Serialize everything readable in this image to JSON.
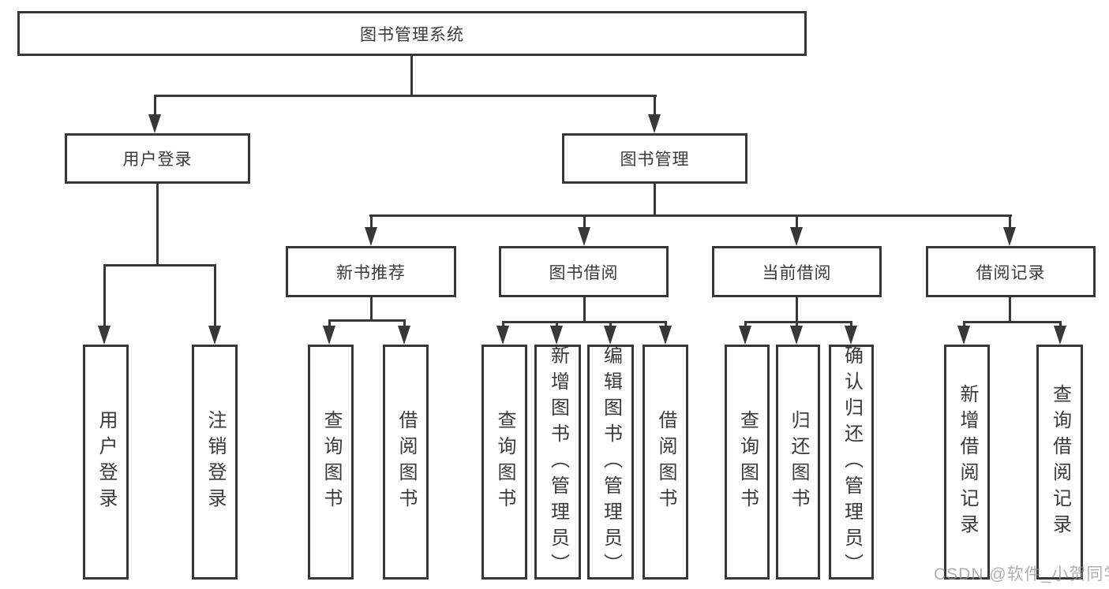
{
  "tree": {
    "label": "图书管理系统",
    "children": [
      {
        "label": "用户登录",
        "children": [
          {
            "label": "用户登录"
          },
          {
            "label": "注销登录"
          }
        ]
      },
      {
        "label": "图书管理",
        "children": [
          {
            "label": "新书推荐",
            "children": [
              {
                "label": "查询图书"
              },
              {
                "label": "借阅图书"
              }
            ]
          },
          {
            "label": "图书借阅",
            "children": [
              {
                "label": "查询图书"
              },
              {
                "label": "新增图书（管理员）"
              },
              {
                "label": "编辑图书（管理员）"
              },
              {
                "label": "借阅图书"
              }
            ]
          },
          {
            "label": "当前借阅",
            "children": [
              {
                "label": "查询图书"
              },
              {
                "label": "归还图书"
              },
              {
                "label": "确认归还（管理员）"
              }
            ]
          },
          {
            "label": "借阅记录",
            "children": [
              {
                "label": "新增借阅记录"
              },
              {
                "label": "查询借阅记录"
              }
            ]
          }
        ]
      }
    ]
  },
  "watermark": {
    "text": "CSDN @软件_小贺同学"
  },
  "colors": {
    "line": "#383838",
    "text": "#3a3a3a",
    "background": "#ffffff",
    "watermark": "#969696"
  }
}
